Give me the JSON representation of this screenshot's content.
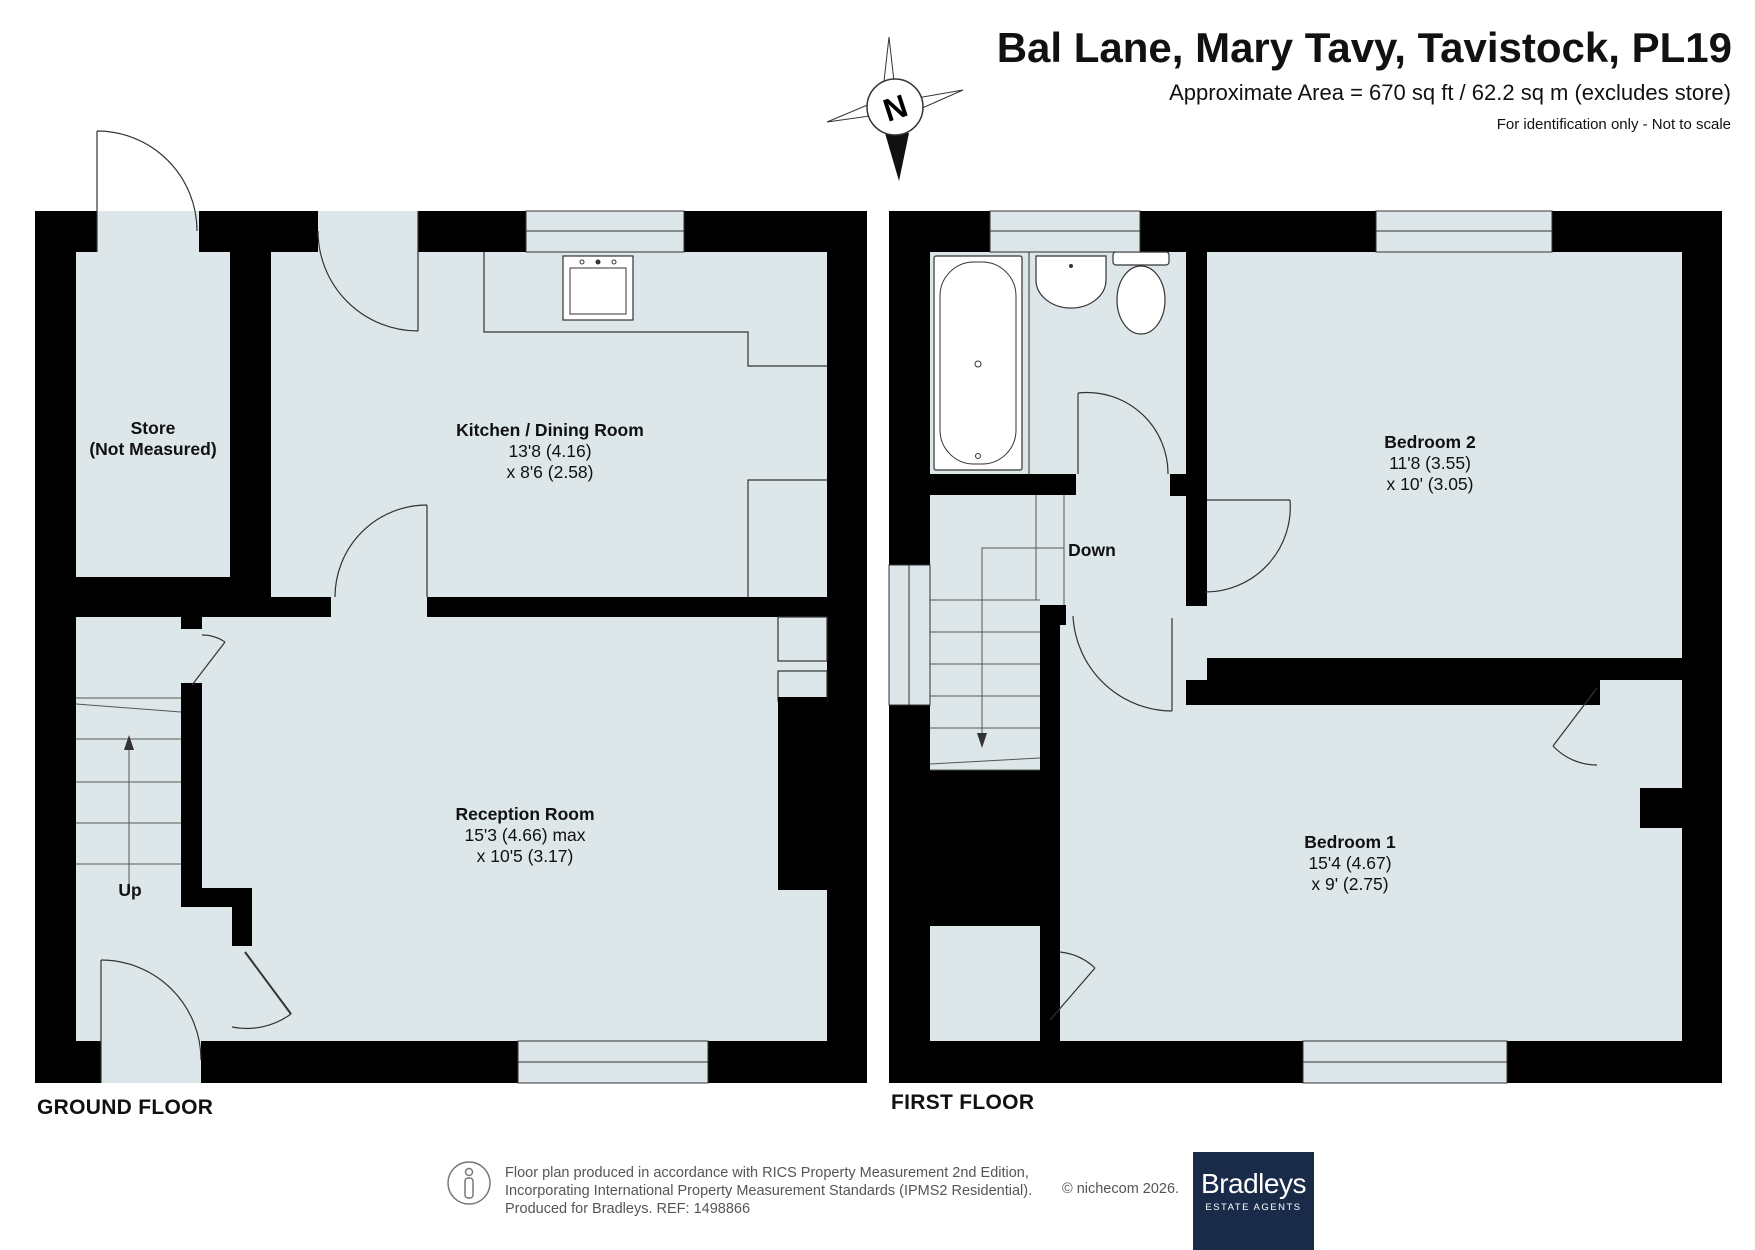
{
  "header": {
    "address": "Bal Lane, Mary Tavy, Tavistock, PL19",
    "area": "Approximate Area = 670 sq ft / 62.2 sq m (excludes store)",
    "note": "For identification only - Not to scale"
  },
  "compass": {
    "letter": "N"
  },
  "rooms": {
    "store": {
      "name": "Store",
      "sub": "(Not Measured)"
    },
    "kitchen": {
      "name": "Kitchen / Dining Room",
      "dim1": "13'8 (4.16)",
      "dim2": "x 8'6 (2.58)"
    },
    "reception": {
      "name": "Reception Room",
      "dim1": "15'3 (4.66) max",
      "dim2": "x 10'5 (3.17)"
    },
    "bedroom2": {
      "name": "Bedroom 2",
      "dim1": "11'8 (3.55)",
      "dim2": "x 10' (3.05)"
    },
    "bedroom1": {
      "name": "Bedroom 1",
      "dim1": "15'4 (4.67)",
      "dim2": "x 9' (2.75)"
    }
  },
  "stairs": {
    "up": "Up",
    "down": "Down"
  },
  "floors": {
    "ground": "GROUND FLOOR",
    "first": "FIRST FLOOR"
  },
  "footer": {
    "line1": "Floor plan produced in accordance with RICS Property Measurement 2nd Edition,",
    "line2": "Incorporating International Property Measurement Standards (IPMS2 Residential).",
    "line3": "Produced for Bradleys.   REF: 1498866",
    "copyright": "© nichecom 2026."
  },
  "brand": {
    "name": "Bradleys",
    "tagline": "ESTATE AGENTS"
  },
  "colors": {
    "wall": "#000000",
    "floor": "#dde6e8",
    "brand_bg": "#1a2b4a"
  }
}
